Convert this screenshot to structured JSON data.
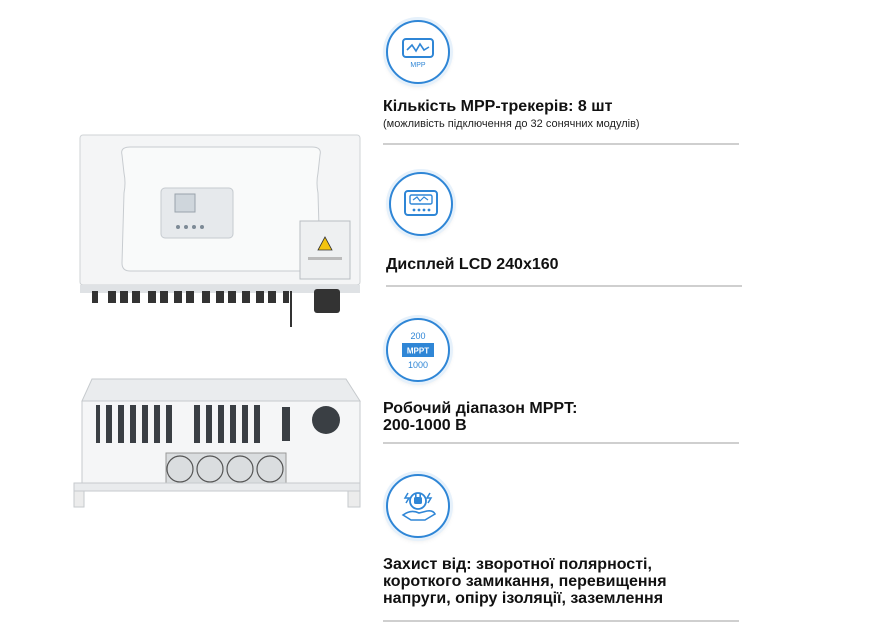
{
  "features": [
    {
      "title": "Кількість MPP-трекерів: 8 шт",
      "subtitle": "(можливість підключення до 32 сонячних модулів)",
      "icon": "mpp-monitor-icon",
      "icon_text": "MPP"
    },
    {
      "title": "Дисплей LCD 240x160",
      "icon": "lcd-display-icon"
    },
    {
      "title_line1": "Робочий діапазон MPPT:",
      "title_line2": "200-1000 В",
      "icon": "mppt-range-icon",
      "icon_top": "200",
      "icon_mid": "MPPT",
      "icon_bottom": "1000"
    },
    {
      "title_line1": "Захист від: зворотної полярності,",
      "title_line2": "короткого замикання, перевищення",
      "title_line3": "напруги, опіру ізоляції, заземлення",
      "icon": "protection-plug-icon"
    }
  ],
  "accent_color": "#2f86d6"
}
